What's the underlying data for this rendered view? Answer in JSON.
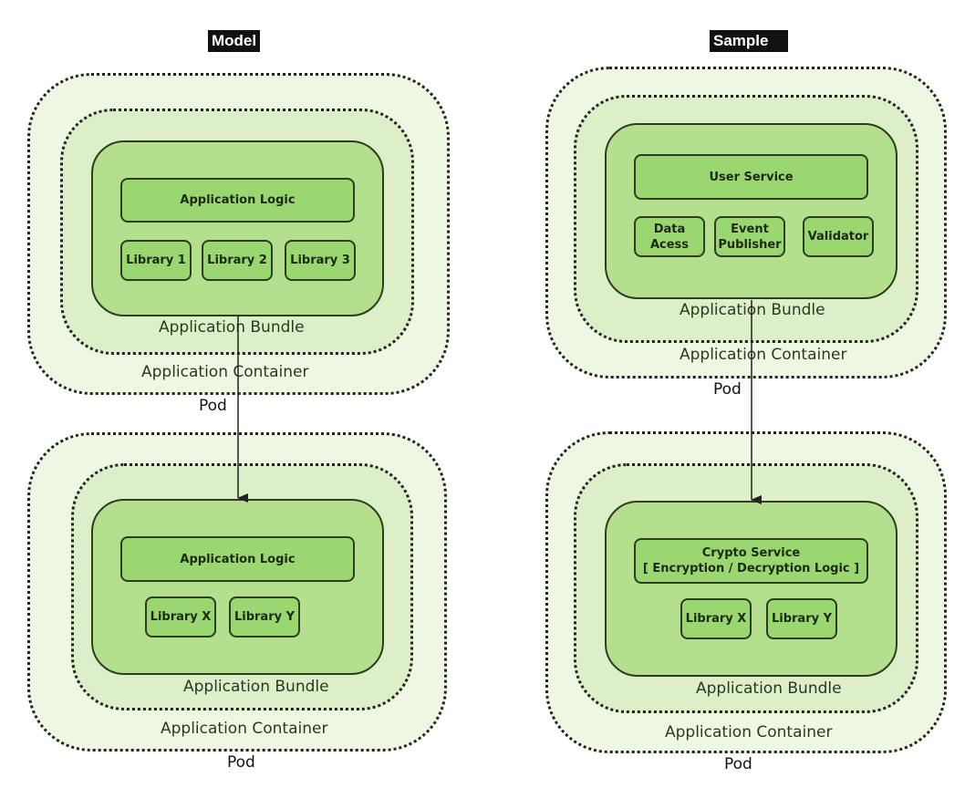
{
  "model": {
    "title": "Model",
    "source": {
      "application_logic": "Application Logic",
      "libraries": [
        "Library 1",
        "Library 2",
        "Library 3"
      ],
      "bundle_label": "Application Bundle",
      "container_label": "Application Container",
      "pod_label": "Pod"
    },
    "target": {
      "application_logic": "Application Logic",
      "libraries": [
        "Library X",
        "Library Y"
      ],
      "bundle_label": "Application Bundle",
      "container_label": "Application Container",
      "pod_label": "Pod"
    }
  },
  "sample": {
    "title": "Sample",
    "source": {
      "service": "User Service",
      "components": [
        "Data Acess",
        "Event\nPublisher",
        "Validator"
      ],
      "bundle_label": "Application Bundle",
      "container_label": "Application Container",
      "pod_label": "Pod"
    },
    "target": {
      "service_line1": "Crypto Service",
      "service_line2": "[ Encryption / Decryption Logic ]",
      "libraries": [
        "Library X",
        "Library Y"
      ],
      "bundle_label": "Application Bundle",
      "container_label": "Application Container",
      "pod_label": "Pod"
    }
  },
  "colors": {
    "pod_fill": "#eef7e4",
    "container_fill": "#dcefc8",
    "bundle_fill": "#b4e08e",
    "box_fill": "#9bd770",
    "outline": "#2d3d1f"
  }
}
